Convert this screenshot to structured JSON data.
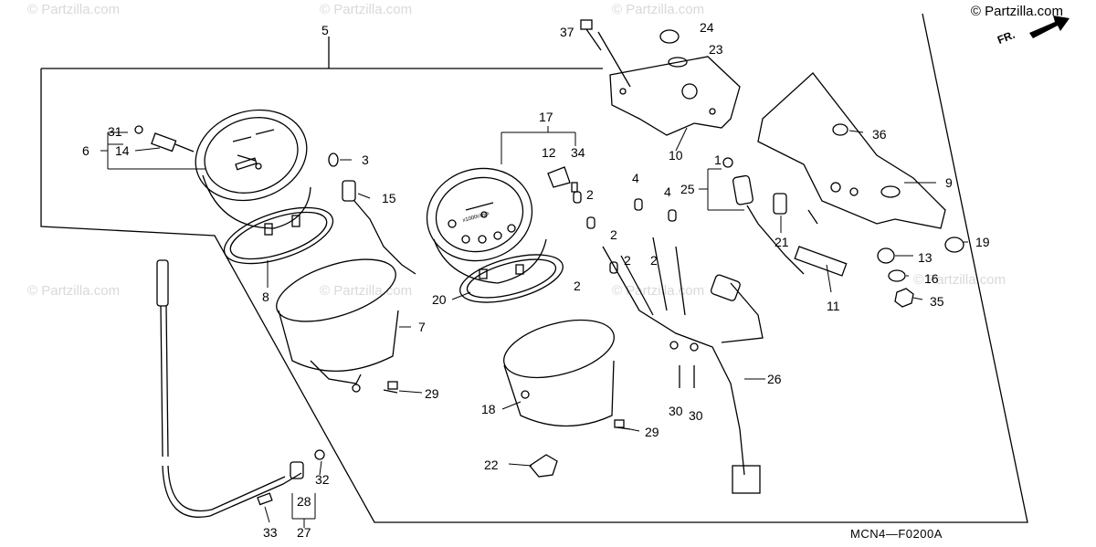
{
  "watermark": "© Partzilla.com",
  "copyright": "© Partzilla.com",
  "direction_label": "FR.",
  "diagram_code": "MCN4—F0200A",
  "callouts": [
    {
      "id": "5",
      "text": "5"
    },
    {
      "id": "37",
      "text": "37"
    },
    {
      "id": "24",
      "text": "24"
    },
    {
      "id": "23",
      "text": "23"
    },
    {
      "id": "31",
      "text": "31"
    },
    {
      "id": "6",
      "text": "6"
    },
    {
      "id": "14",
      "text": "14"
    },
    {
      "id": "3",
      "text": "3"
    },
    {
      "id": "15",
      "text": "15"
    },
    {
      "id": "17",
      "text": "17"
    },
    {
      "id": "12",
      "text": "12"
    },
    {
      "id": "34",
      "text": "34"
    },
    {
      "id": "10",
      "text": "10"
    },
    {
      "id": "36",
      "text": "36"
    },
    {
      "id": "9",
      "text": "9"
    },
    {
      "id": "1",
      "text": "1"
    },
    {
      "id": "25",
      "text": "25"
    },
    {
      "id": "4a",
      "text": "4"
    },
    {
      "id": "4b",
      "text": "4"
    },
    {
      "id": "2a",
      "text": "2"
    },
    {
      "id": "2b",
      "text": "2"
    },
    {
      "id": "2c",
      "text": "2"
    },
    {
      "id": "2d",
      "text": "2"
    },
    {
      "id": "2e",
      "text": "2"
    },
    {
      "id": "21",
      "text": "21"
    },
    {
      "id": "13",
      "text": "13"
    },
    {
      "id": "19",
      "text": "19"
    },
    {
      "id": "16",
      "text": "16"
    },
    {
      "id": "35",
      "text": "35"
    },
    {
      "id": "11",
      "text": "11"
    },
    {
      "id": "8",
      "text": "8"
    },
    {
      "id": "20",
      "text": "20"
    },
    {
      "id": "7",
      "text": "7"
    },
    {
      "id": "29a",
      "text": "29"
    },
    {
      "id": "29b",
      "text": "29"
    },
    {
      "id": "18",
      "text": "18"
    },
    {
      "id": "26",
      "text": "26"
    },
    {
      "id": "30a",
      "text": "30"
    },
    {
      "id": "30b",
      "text": "30"
    },
    {
      "id": "22",
      "text": "22"
    },
    {
      "id": "32",
      "text": "32"
    },
    {
      "id": "28",
      "text": "28"
    },
    {
      "id": "27",
      "text": "27"
    },
    {
      "id": "33",
      "text": "33"
    }
  ],
  "gauge_text": {
    "tach_scale": "x1000r/min"
  }
}
